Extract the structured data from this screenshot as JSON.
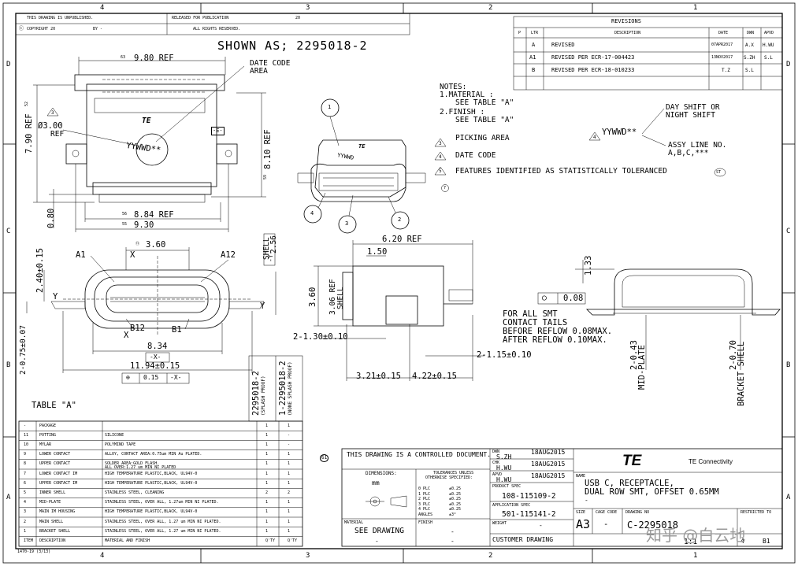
{
  "frame": {
    "cols": [
      "4",
      "3",
      "2",
      "1"
    ],
    "rows": [
      "D",
      "C",
      "B",
      "A"
    ]
  },
  "header": {
    "unpublished": "THIS DRAWING IS UNPUBLISHED.",
    "released": "RELEASED FOR PUBLICATION",
    "released_year": "20",
    "copyright": "COPYRIGHT 20",
    "by": "BY -",
    "rights": "ALL RIGHTS RESERVED."
  },
  "shown_as": "SHOWN AS; 2295018-2",
  "revisions": {
    "title": "REVISIONS",
    "headers": [
      "P",
      "LTR",
      "DESCRIPTION",
      "DATE",
      "DWN",
      "APVD"
    ],
    "rows": [
      [
        "A",
        "REVISED",
        "07APR2017",
        "A.X",
        "H.WU"
      ],
      [
        "A1",
        "REVISED PER ECR-17-004423",
        "13NOV2017",
        "S.ZH",
        "S.L"
      ],
      [
        "B",
        "REVISED PER ECR-18-010233",
        "T.Z",
        "S.L"
      ]
    ]
  },
  "notes": {
    "title": "NOTES:",
    "n1": "1.MATERIAL :",
    "n1b": "SEE TABLE \"A\"",
    "n2": "2.FINISH :",
    "n2b": "SEE TABLE \"A\"",
    "n3": "PICKING AREA",
    "n4": "DATE CODE",
    "n5": "FEATURES IDENTIFIED AS STATISTICALLY TOLERANCED",
    "n3_num": "3",
    "n4_num": "4",
    "n5_num": "5",
    "n7_num": "7",
    "st": "ST"
  },
  "datecode": {
    "code": "YYWWD**",
    "day_shift": "DAY SHIFT OR",
    "night_shift": "NIGHT SHIFT",
    "assy": "ASSY LINE NO.",
    "assy_codes": "A,B,C,***",
    "num": "4"
  },
  "top_view": {
    "dim_980": "9.80 REF",
    "dim_884": "8.84 REF",
    "dim_930": "9.30",
    "dim_790": "7.90 REF",
    "dim_810": "8.10 REF",
    "dim_080": "0.80",
    "dia_300": "Ø3.00",
    "ref": "REF",
    "date_code_area": "DATE CODE",
    "area": "AREA",
    "marking": "YYWWD**",
    "datum_e": "-E-",
    "num3": "3",
    "bubble_63": "63",
    "bubble_52": "52",
    "bubble_59": "59",
    "bubble_56": "56",
    "bubble_55": "55"
  },
  "iso_view": {
    "b1": "1",
    "b2": "2",
    "b3": "3",
    "b4": "4",
    "marking": "YYWWD"
  },
  "front_view": {
    "dim_360": "3.60",
    "a1": "A1",
    "a12": "A12",
    "b12": "B12",
    "b1": "B1",
    "x1": "X",
    "x2": "X",
    "y1": "Y",
    "y2": "Y",
    "dim_240": "2.40±0.15",
    "dim_075": "2-0.75±0.07",
    "dim_834": "8.34",
    "datum_x": "-X-",
    "dim_1194": "11.94±0.15",
    "fcf_sym": "⊕",
    "fcf_val": "0.15",
    "fcf_dat": "-X-",
    "shell": "SHELL",
    "shell_256": "2.56",
    "datum_y": "-Y-"
  },
  "side_view": {
    "dim_620": "6.20 REF",
    "dim_150": "1.50",
    "dim_360": "3.60",
    "dim_306": "3.06 REF",
    "shell": "SHELL",
    "dim_130": "2-1.30±0.10",
    "dim_115": "2-1.15±0.10",
    "dim_321": "3.21±0.15",
    "dim_422": "4.22±0.15"
  },
  "end_view": {
    "dim_133": "1.33",
    "flat_sym": "◯",
    "flat_val": "0.08",
    "smt1": "FOR ALL SMT",
    "smt2": "CONTACT TAILS",
    "smt3": "BEFORE REFLOW  0.08MAX.",
    "smt4": "AFTER REFLOW  0.10MAX.",
    "mid_plate": "2-0.43",
    "mid_label": "MID-PLATE",
    "bracket": "2-0.70",
    "bracket_label": "BRACKET SHELL"
  },
  "table_a": {
    "title": "TABLE \"A\"",
    "col_a": "2295018-2",
    "col_a_sub": "(SPLASH PROOF)",
    "col_b": "1-2295018-2",
    "col_b_sub": "(NONE SPLASH PROOF)",
    "footer": [
      "ITEM",
      "DESCRIPTION",
      "MATERIAL AND FINISH",
      "Q'TY",
      "Q'TY"
    ],
    "rows": [
      [
        "-",
        "PACKAGE",
        "",
        "1",
        "1"
      ],
      [
        "11",
        "POTTING",
        "SILICONE",
        "1",
        "-"
      ],
      [
        "10",
        "MYLAR",
        "POLYMIND TAPE",
        "1",
        "-"
      ],
      [
        "9",
        "LOWER CONTACT",
        "ALLOY, CONTACT AREA:0.75um MIN Au PLATED.",
        "1",
        "1"
      ],
      [
        "8",
        "UPPER CONTACT",
        "SOLDER AREA:GOLD FLASH.",
        "1",
        "1"
      ],
      [
        "7",
        "LOWER CONTACT IM",
        "HIGH TEMPERATURE PLASTIC,BLACK, UL94V-0",
        "1",
        "1"
      ],
      [
        "6",
        "UPPER CONTACT IM",
        "HIGH TEMPERATURE PLASTIC,BLACK, UL94V-0",
        "1",
        "1"
      ],
      [
        "5",
        "INNER SHELL",
        "STAINLESS STEEL, CLEANING",
        "2",
        "2"
      ],
      [
        "4",
        "MID-PLATE",
        "STAINLESS STEEL, OVER ALL, 1.27um MIN NI PLATED.",
        "1",
        "1"
      ],
      [
        "3",
        "MAIN IM HOUSING",
        "HIGH TEMPERATURE PLASTIC,BLACK, UL94V-0",
        "1",
        "1"
      ],
      [
        "2",
        "MAIN SHELL",
        "STAINLESS STEEL, OVER ALL, 1.27 um MIN NI PLATED.",
        "1",
        "1"
      ],
      [
        "1",
        "BRACKET SHELL",
        "STAINLESS STEEL, OVER ALL, 1.27 um MIN NI PLATED.",
        "1",
        "1"
      ]
    ],
    "alloy_extra": "ALL OVER:1.27 um MIN NI PLATED"
  },
  "title_block": {
    "controlled": "THIS DRAWING IS A CONTROLLED DOCUMENT.",
    "dimensions": "DIMENSIONS:",
    "mm": "mm",
    "tolerances": "TOLERANCES UNLESS",
    "otherwise": "OTHERWISE SPECIFIED:",
    "tol_rows": [
      [
        "0 PLC",
        "±0.25"
      ],
      [
        "1 PLC",
        "±0.25"
      ],
      [
        "2 PLC",
        "±0.25"
      ],
      [
        "3 PLC",
        "±0.25"
      ],
      [
        "4 PLC",
        "±0.25"
      ],
      [
        "ANGLES",
        "±3°"
      ]
    ],
    "material": "MATERIAL",
    "material_val": "SEE DRAWING",
    "finish": "FINISH",
    "dwn": "DWN",
    "dwn_name": "S.ZH",
    "dwn_date": "18AUG2015",
    "chk": "CHK",
    "chk_name": "H.WU",
    "chk_date": "18AUG2015",
    "apvd": "APVD",
    "apvd_name": "H.WU",
    "apvd_date": "18AUG2015",
    "product_spec": "PRODUCT SPEC",
    "product_spec_val": "108-115109-2",
    "application_spec": "APPLICATION SPEC",
    "application_spec_val": "501-115141-2",
    "weight": "WEIGHT",
    "weight_val": "-",
    "customer_drawing": "CUSTOMER DRAWING",
    "name_label": "NAME",
    "name_l1": "USB C, RECEPTACLE,",
    "name_l2": "DUAL ROW SMT, OFFSET 0.65MM",
    "name_l3": "-",
    "te": "TE",
    "te_connectivity": "TE Connectivity",
    "size": "SIZE",
    "size_val": "A3",
    "cage_code": "CAGE CODE",
    "cage_val": "-",
    "drawing_no": "DRAWING NO",
    "drawing_val": "C-2295018",
    "restricted": "RESTRICTED TO",
    "scale": "1:1",
    "sheet": "4",
    "rev": "B1",
    "num_61": "61",
    "dash": "-"
  },
  "watermark": "知乎 @白云地",
  "form_no": "1470-19 (3/13)"
}
